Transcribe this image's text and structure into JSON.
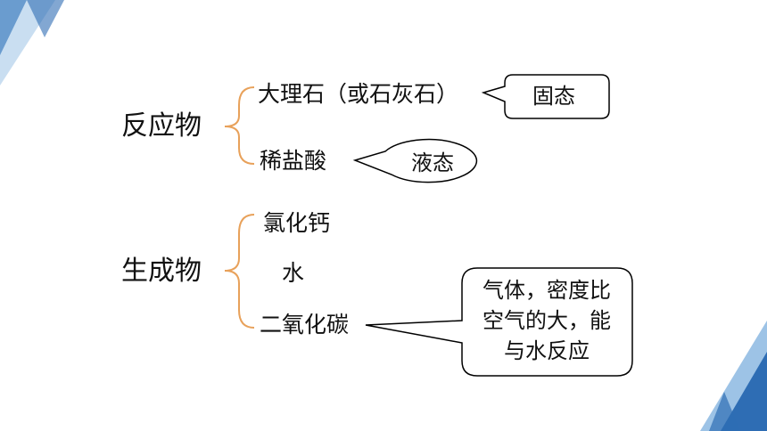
{
  "reactants": {
    "heading": "反应物",
    "items": [
      "大理石（或石灰石）",
      "稀盐酸"
    ]
  },
  "products": {
    "heading": "生成物",
    "items": [
      "氯化钙",
      "水",
      "二氧化碳"
    ]
  },
  "callouts": {
    "solid": "固态",
    "liquid": "液态",
    "gas_note": "气体，密度比\n空气的大，能\n与水反应"
  },
  "colors": {
    "brace": "#E8A15A",
    "accent_dark": "#2E6DB4",
    "accent_light": "#9DC3E6",
    "outline": "#000000"
  }
}
